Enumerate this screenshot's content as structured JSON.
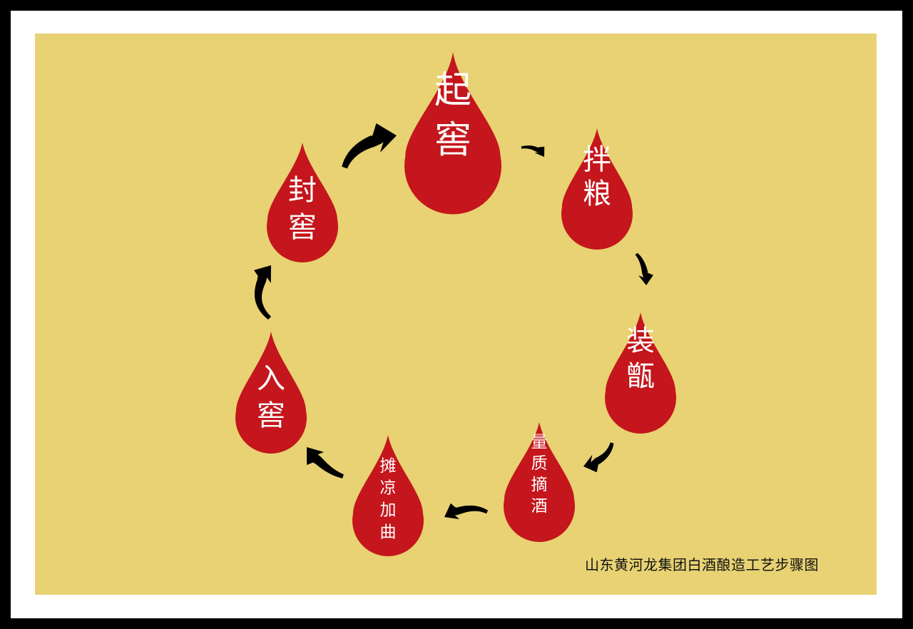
{
  "colors": {
    "border": "#000000",
    "frame": "#ffffff",
    "background": "#e8d273",
    "drop": "#c4161c",
    "drop_text": "#ffffff",
    "arrow": "#000000"
  },
  "caption": "山东黄河龙集团白酒酿造工艺步骤图",
  "steps": [
    {
      "id": "qijiao",
      "label": "起窖",
      "chars": [
        "起",
        "窖"
      ]
    },
    {
      "id": "banliang",
      "label": "拌粮",
      "chars": [
        "拌",
        "粮"
      ]
    },
    {
      "id": "zhuangzeng",
      "label": "装甑",
      "chars": [
        "装",
        "甑"
      ]
    },
    {
      "id": "liangzhi-zhaijiu",
      "label": "量质摘酒",
      "chars": [
        "量",
        "质",
        "摘",
        "酒"
      ]
    },
    {
      "id": "tanliang-jiaqu",
      "label": "摊凉加曲",
      "chars": [
        "摊",
        "凉",
        "加",
        "曲"
      ]
    },
    {
      "id": "rujiao",
      "label": "入窖",
      "chars": [
        "入",
        "窖"
      ]
    },
    {
      "id": "fengjiao",
      "label": "封窖",
      "chars": [
        "封",
        "窖"
      ]
    }
  ],
  "arrows": [
    {
      "from": "起窖",
      "to": "拌粮"
    },
    {
      "from": "拌粮",
      "to": "装甑"
    },
    {
      "from": "装甑",
      "to": "量质摘酒"
    },
    {
      "from": "量质摘酒",
      "to": "摊凉加曲"
    },
    {
      "from": "摊凉加曲",
      "to": "入窖"
    },
    {
      "from": "入窖",
      "to": "封窖"
    },
    {
      "from": "封窖",
      "to": "起窖"
    }
  ]
}
